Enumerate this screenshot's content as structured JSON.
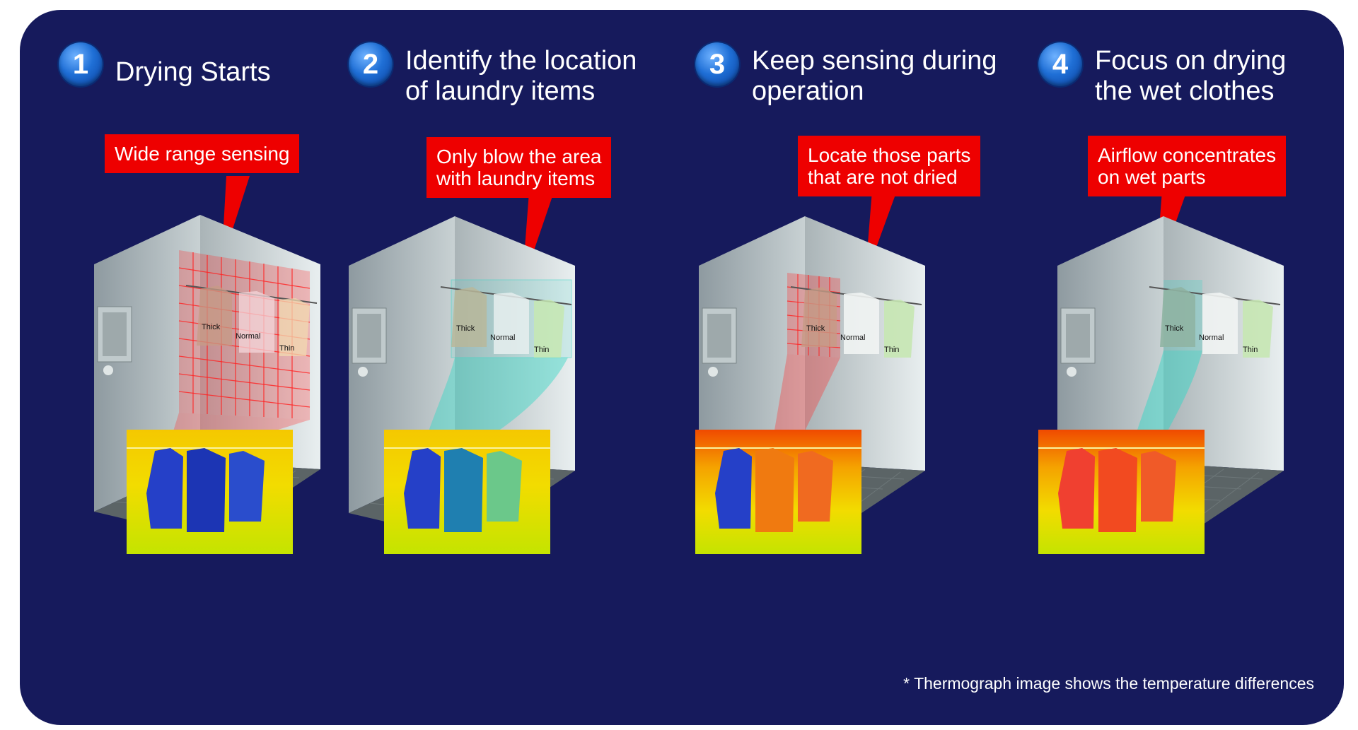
{
  "steps": [
    {
      "number": "1",
      "title_line1": "Drying Starts",
      "title_line2": "",
      "callout_line1": "Wide range sensing",
      "callout_line2": "",
      "labels": {
        "thick": "Thick",
        "normal": "Normal",
        "thin": "Thin"
      }
    },
    {
      "number": "2",
      "title_line1": "Identify the location",
      "title_line2": "of laundry items",
      "callout_line1": "Only blow the area",
      "callout_line2": "with laundry items",
      "labels": {
        "thick": "Thick",
        "normal": "Normal",
        "thin": "Thin"
      }
    },
    {
      "number": "3",
      "title_line1": "Keep sensing during",
      "title_line2": "operation",
      "callout_line1": "Locate those parts",
      "callout_line2": "that are not dried",
      "labels": {
        "thick": "Thick",
        "normal": "Normal",
        "thin": "Thin"
      }
    },
    {
      "number": "4",
      "title_line1": "Focus on drying",
      "title_line2": "the wet clothes",
      "callout_line1": "Airflow concentrates",
      "callout_line2": "on wet parts",
      "labels": {
        "thick": "Thick",
        "normal": "Normal",
        "thin": "Thin"
      }
    }
  ],
  "footnote": "* Thermograph image shows the temperature differences",
  "colors": {
    "background": "#161a5c",
    "callout": "#ee0000",
    "sensing_grid": "#ff3030",
    "airflow": "#36d6c6"
  }
}
